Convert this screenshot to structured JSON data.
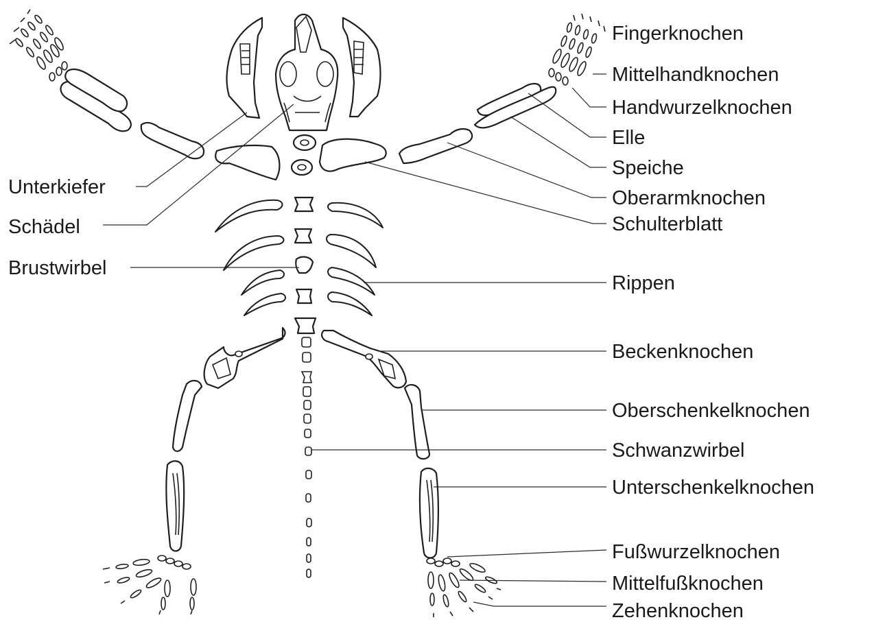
{
  "labels": {
    "fingerknochen": "Fingerknochen",
    "mittelhandknochen": "Mittelhandknochen",
    "handwurzelknochen": "Handwurzelknochen",
    "elle": "Elle",
    "speiche": "Speiche",
    "oberarmknochen": "Oberarmknochen",
    "schulterblatt": "Schulterblatt",
    "unterkiefer": "Unterkiefer",
    "schaedel": "Schädel",
    "brustwirbel": "Brustwirbel",
    "rippen": "Rippen",
    "beckenknochen": "Beckenknochen",
    "oberschenkelknochen": "Oberschenkelknochen",
    "schwanzwirbel": "Schwanzwirbel",
    "unterschenkelknochen": "Unterschenkelknochen",
    "fusswurzelknochen": "Fußwurzelknochen",
    "mittelfussknochen": "Mittelfußknochen",
    "zehenknochen": "Zehenknochen"
  }
}
